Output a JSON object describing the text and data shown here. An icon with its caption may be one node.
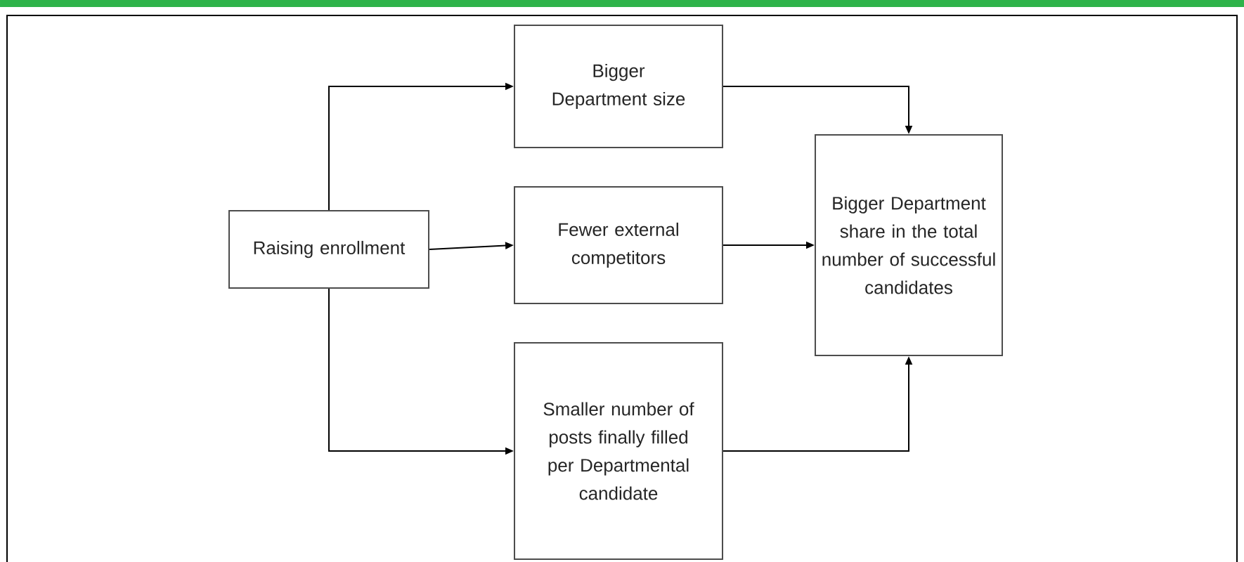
{
  "diagram": {
    "nodes": [
      {
        "text": [
          "Raising enrollment"
        ]
      },
      {
        "text": [
          "Bigger Department size"
        ]
      },
      {
        "text": [
          "Fewer external competitors"
        ]
      },
      {
        "text": [
          "Smaller number of posts finally filled per Departmental candidate"
        ]
      },
      {
        "text": [
          "Bigger Department share in the total number of successful candidates"
        ]
      }
    ],
    "edges": [
      {
        "from": 0,
        "to": 1,
        "arrow": "to"
      },
      {
        "from": 0,
        "to": 2,
        "arrow": "to"
      },
      {
        "from": 0,
        "to": 3,
        "arrow": "to"
      },
      {
        "from": 1,
        "to": 4,
        "arrow": "to"
      },
      {
        "from": 2,
        "to": 4,
        "arrow": "to"
      },
      {
        "from": 3,
        "to": 4,
        "arrow": "to"
      }
    ]
  }
}
